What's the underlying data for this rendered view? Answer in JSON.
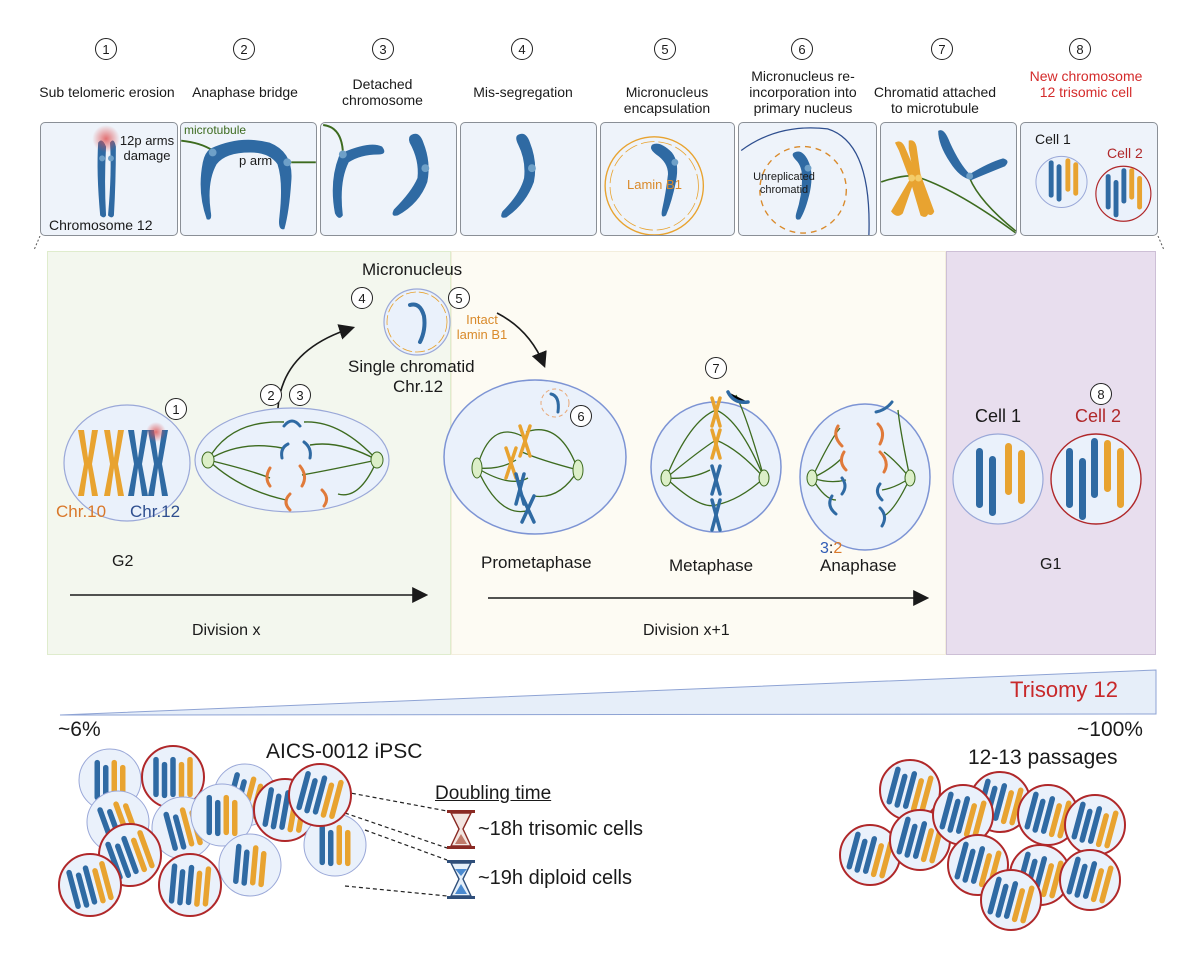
{
  "steps": [
    {
      "number": "1",
      "title": "Sub telomeric erosion"
    },
    {
      "number": "2",
      "title": "Anaphase bridge"
    },
    {
      "number": "3",
      "title": "Detached chromosome"
    },
    {
      "number": "4",
      "title": "Mis-segregation"
    },
    {
      "number": "5",
      "title": "Micronucleus encapsulation"
    },
    {
      "number": "6",
      "title": "Micronucleus re-incorporation into primary nucleus"
    },
    {
      "number": "7",
      "title": "Chromatid attached to microtubule"
    },
    {
      "number": "8",
      "title": "New chromosome 12 trisomic cell"
    }
  ],
  "boxes": {
    "b1": {
      "damage": "12p arms damage",
      "chromosome": "Chromosome 12"
    },
    "b2": {
      "microtubule": "microtubule",
      "parm": "p arm"
    },
    "b5": {
      "lamin": "Lamin B1"
    },
    "b6": {
      "unreplicated": "Unreplicated chromatid"
    },
    "b8": {
      "cell1": "Cell 1",
      "cell2": "Cell 2"
    }
  },
  "main": {
    "micronucleus_label": "Micronucleus",
    "intact_lamin": "Intact lamin B1",
    "single_chromatid": "Single chromatid",
    "chr12": "Chr.12",
    "chr10_label": "Chr.10",
    "chr12_label": "Chr.12",
    "g2": "G2",
    "division_x": "Division x",
    "prometaphase": "Prometaphase",
    "metaphase": "Metaphase",
    "anaphase": "Anaphase",
    "ratio_blue": "3",
    "ratio_sep": ":",
    "ratio_orange": "2",
    "division_x1": "Division x+1",
    "cell1": "Cell 1",
    "cell2": "Cell 2",
    "g1": "G1"
  },
  "bottom": {
    "trisomy": "Trisomy 12",
    "start_pct": "~6%",
    "end_pct": "~100%",
    "cell_line": "AICS-0012 iPSC",
    "passages": "12-13 passages",
    "doubling_title": "Doubling time",
    "trisomic": "~18h trisomic cells",
    "diploid": "~19h diploid cells"
  },
  "colors": {
    "chr12_blue": "#2f6aa3",
    "chr10_orange": "#e8a330",
    "trisomic_red": "#b0282a",
    "microtubule_green": "#3d6b1f",
    "nucleus_fill": "#eaf1fb",
    "nucleus_stroke": "#8b9fd6",
    "g2_panel": "#f3f7ee",
    "mitosis_panel": "#fdfbf3",
    "g1_panel": "#e8deee"
  }
}
